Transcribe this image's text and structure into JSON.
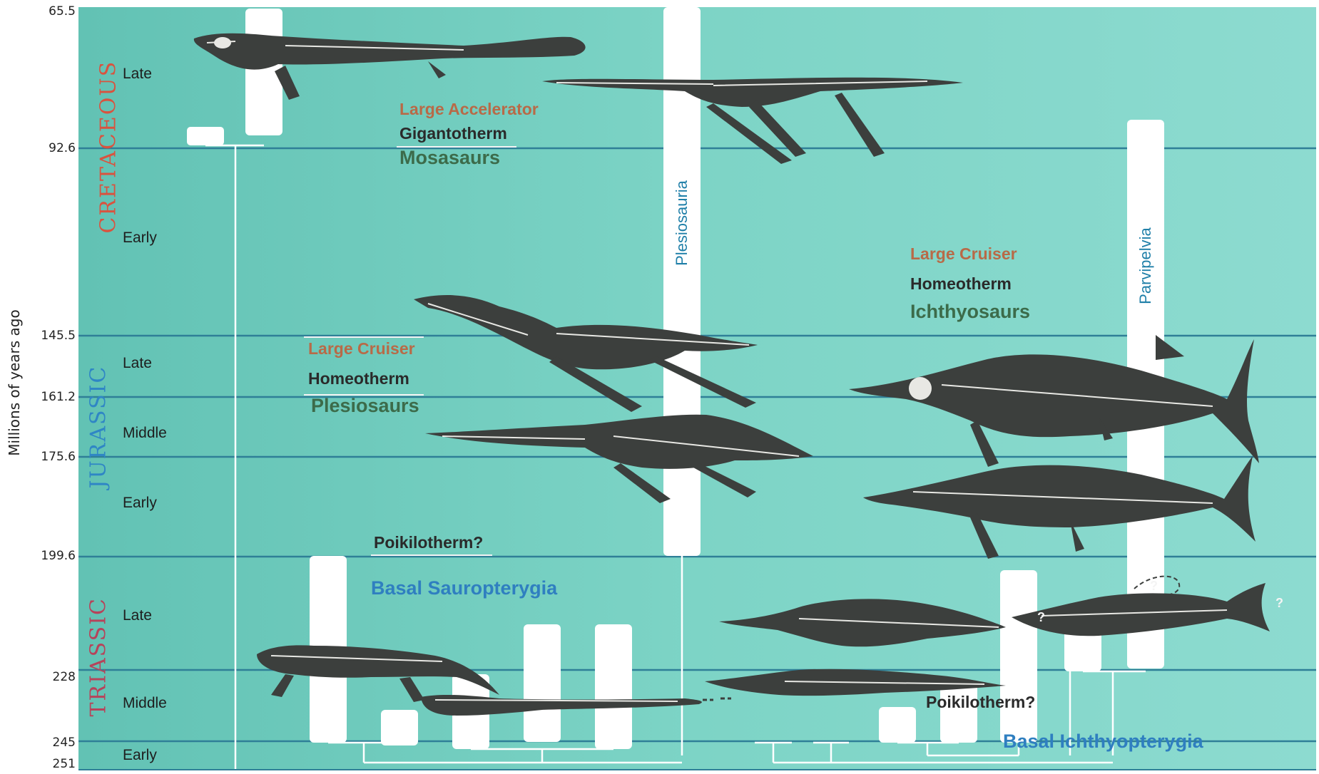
{
  "y_axis": {
    "title": "Millions of years ago",
    "ticks": [
      "65.5",
      "92.6",
      "145.5",
      "161.2",
      "175.6",
      "199.6",
      "228",
      "245",
      "251"
    ]
  },
  "periods": {
    "cretaceous": {
      "name": "Cretaceous",
      "color": "#d9533f",
      "epochs": [
        "Late",
        "Early"
      ]
    },
    "jurassic": {
      "name": "Jurassic",
      "color": "#2f86c5",
      "epochs": [
        "Late",
        "Middle",
        "Early"
      ]
    },
    "triassic": {
      "name": "Triassic",
      "color": "#b7435a",
      "epochs": [
        "Late",
        "Middle",
        "Early"
      ]
    }
  },
  "labels": {
    "mosasaurs": {
      "size": "Large Accelerator",
      "therm": "Gigantotherm",
      "group": "Mosasaurs"
    },
    "plesiosaurs": {
      "size": "Large Cruiser",
      "therm": "Homeotherm",
      "group": "Plesiosaurs"
    },
    "ichthyosaurs": {
      "size": "Large Cruiser",
      "therm": "Homeotherm",
      "group": "Ichthyosaurs"
    },
    "basal_sauropterygia": {
      "therm": "Poikilotherm?",
      "group": "Basal Sauropterygia"
    },
    "basal_ichthyopterygia": {
      "therm": "Poikilotherm?",
      "group": "Basal Ichthyopterygia"
    },
    "plesiosauria": "Plesiosauria",
    "parvipelvia": "Parvipelvia",
    "question_marks": [
      "?",
      "?",
      "?"
    ]
  },
  "colors": {
    "background": "#74cfc0",
    "gridline": "#2f7f97",
    "skeleton": "#3c3f3d",
    "bone": "#e8e8e4",
    "bar": "#ffffff"
  },
  "icons": [
    "mosasaur-skeleton-icon",
    "elasmosaur-skeleton-icon",
    "plesiosaur-skeleton-icon",
    "ichthyosaur-skeleton-icon",
    "nothosaur-skeleton-icon",
    "basal-ichthyosaur-skeleton-icon"
  ]
}
